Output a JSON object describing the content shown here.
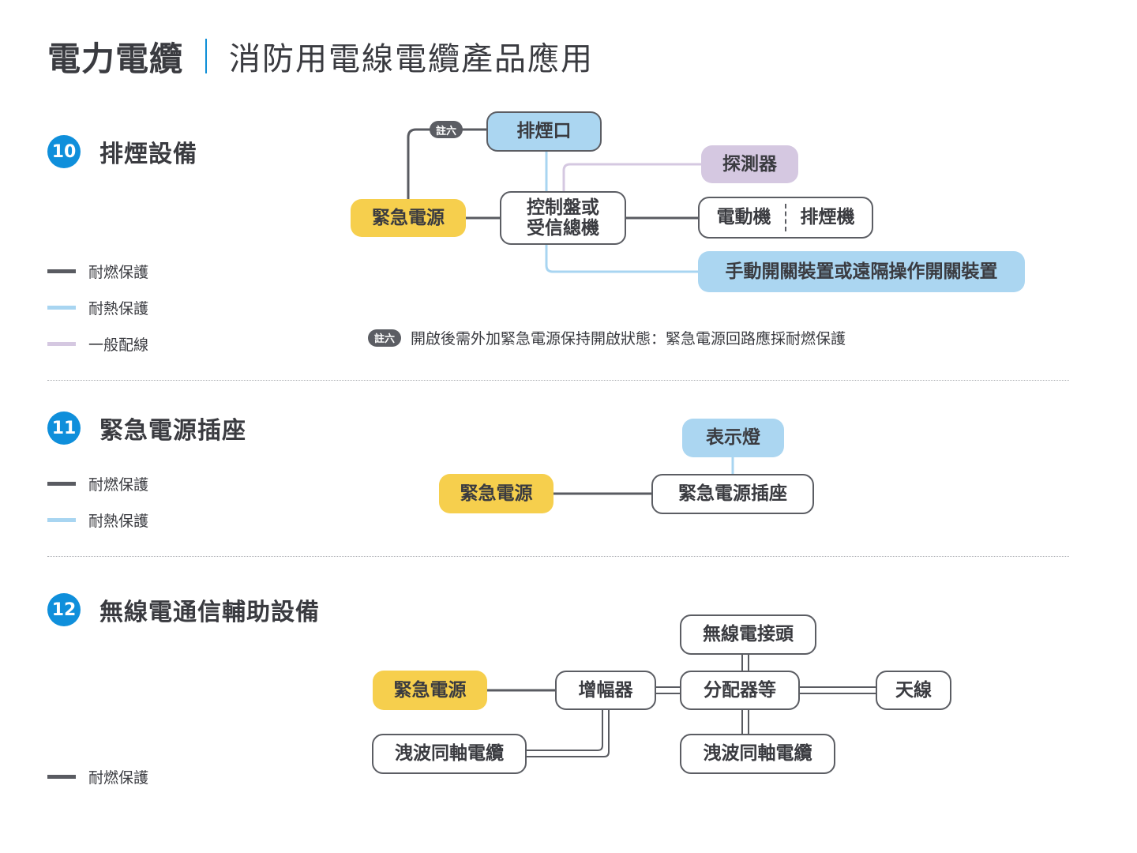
{
  "header": {
    "title_main": "電力電纜",
    "title_sub": "消防用電線電纜產品應用"
  },
  "colors": {
    "fire_resistant": "#595b61",
    "heat_resistant": "#a8d5f1",
    "general": "#d5c8e1",
    "power_node": "#f6cf4d",
    "number_badge": "#0f8fdb"
  },
  "sections": [
    {
      "number": "10",
      "title": "排煙設備",
      "legend": [
        "耐燃保護",
        "耐熱保護",
        "一般配線"
      ],
      "nodes": {
        "power": "緊急電源",
        "exhaust_port": "排煙口",
        "detector": "探測器",
        "panel_line1": "控制盤或",
        "panel_line2": "受信總機",
        "motor": "電動機",
        "exhaust_fan": "排煙機",
        "manual_switch": "手動開關裝置或遠隔操作開關裝置"
      },
      "note_badge": "註六",
      "note": {
        "badge": "註六",
        "text": "開啟後需外加緊急電源保持開啟狀態：緊急電源回路應採耐燃保護"
      }
    },
    {
      "number": "11",
      "title": "緊急電源插座",
      "legend": [
        "耐燃保護",
        "耐熱保護"
      ],
      "nodes": {
        "power": "緊急電源",
        "indicator": "表示燈",
        "outlet": "緊急電源插座"
      }
    },
    {
      "number": "12",
      "title": "無線電通信輔助設備",
      "legend": [
        "耐燃保護"
      ],
      "nodes": {
        "power": "緊急電源",
        "amplifier": "增幅器",
        "connector": "無線電接頭",
        "distributor": "分配器等",
        "antenna": "天線",
        "coax_left": "洩波同軸電纜",
        "coax_right": "洩波同軸電纜"
      }
    }
  ]
}
